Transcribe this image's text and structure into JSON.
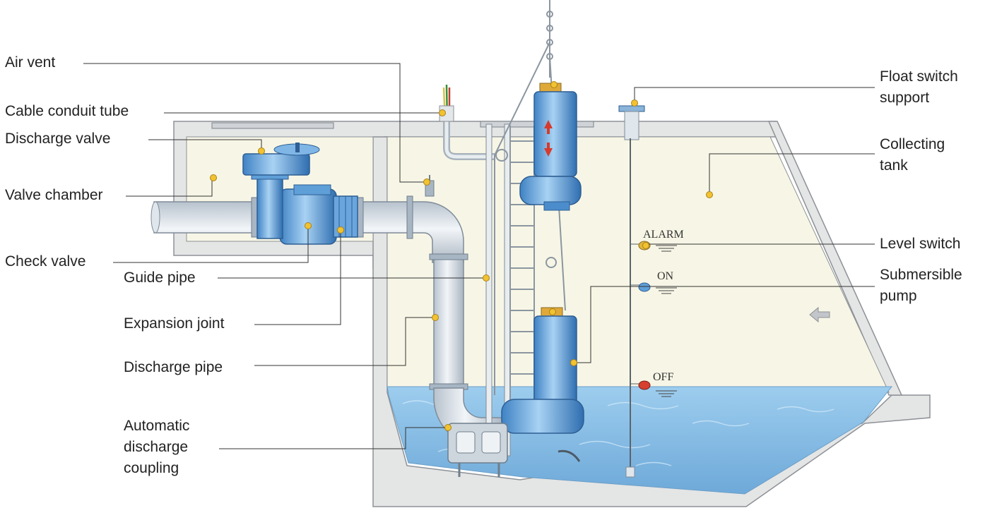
{
  "labels": {
    "air_vent": "Air vent",
    "cable_conduit_tube": "Cable conduit tube",
    "discharge_valve": "Discharge valve",
    "valve_chamber": "Valve chamber",
    "check_valve": "Check valve",
    "guide_pipe": "Guide pipe",
    "expansion_joint": "Expansion joint",
    "discharge_pipe": "Discharge pipe",
    "automatic_discharge_coupling": [
      "Automatic",
      "discharge",
      "coupling"
    ],
    "float_switch_support": [
      "Float switch",
      "support"
    ],
    "collecting_tank": [
      "Collecting",
      "tank"
    ],
    "level_switch": "Level switch",
    "submersible_pump": [
      "Submersible",
      "pump"
    ]
  },
  "levels": {
    "alarm": "ALARM",
    "on": "ON",
    "off": "OFF"
  },
  "colors": {
    "concrete": "#e4e5e5",
    "tank_fill": "#f7f6e6",
    "water": "#8ec3e6",
    "pipe": "#d3dbe4",
    "pump": "#5f9fd8",
    "marker": "#f2c230",
    "leader": "#333333"
  }
}
